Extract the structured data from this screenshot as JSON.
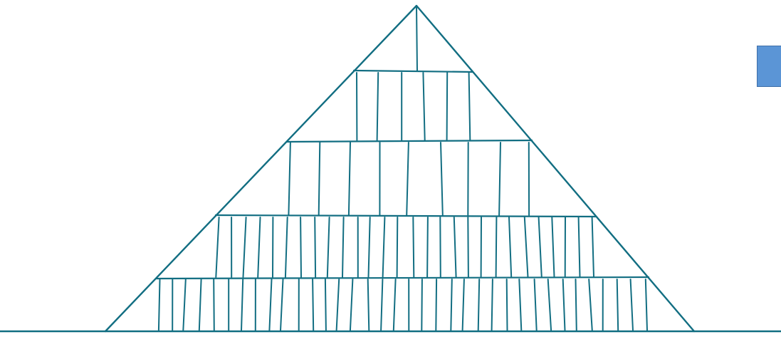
{
  "diagram": {
    "ink_color": "#126e82",
    "tiers": [
      {
        "tier": 1,
        "divisions": 1
      },
      {
        "tier": 2,
        "divisions": 6
      },
      {
        "tier": 3,
        "divisions": 9
      },
      {
        "tier": 4,
        "divisions": 28
      },
      {
        "tier": 5,
        "divisions": 36
      }
    ],
    "ground_line": true
  },
  "marker": {
    "color": "#5b95d6",
    "border_color": "#3f6fa8"
  }
}
